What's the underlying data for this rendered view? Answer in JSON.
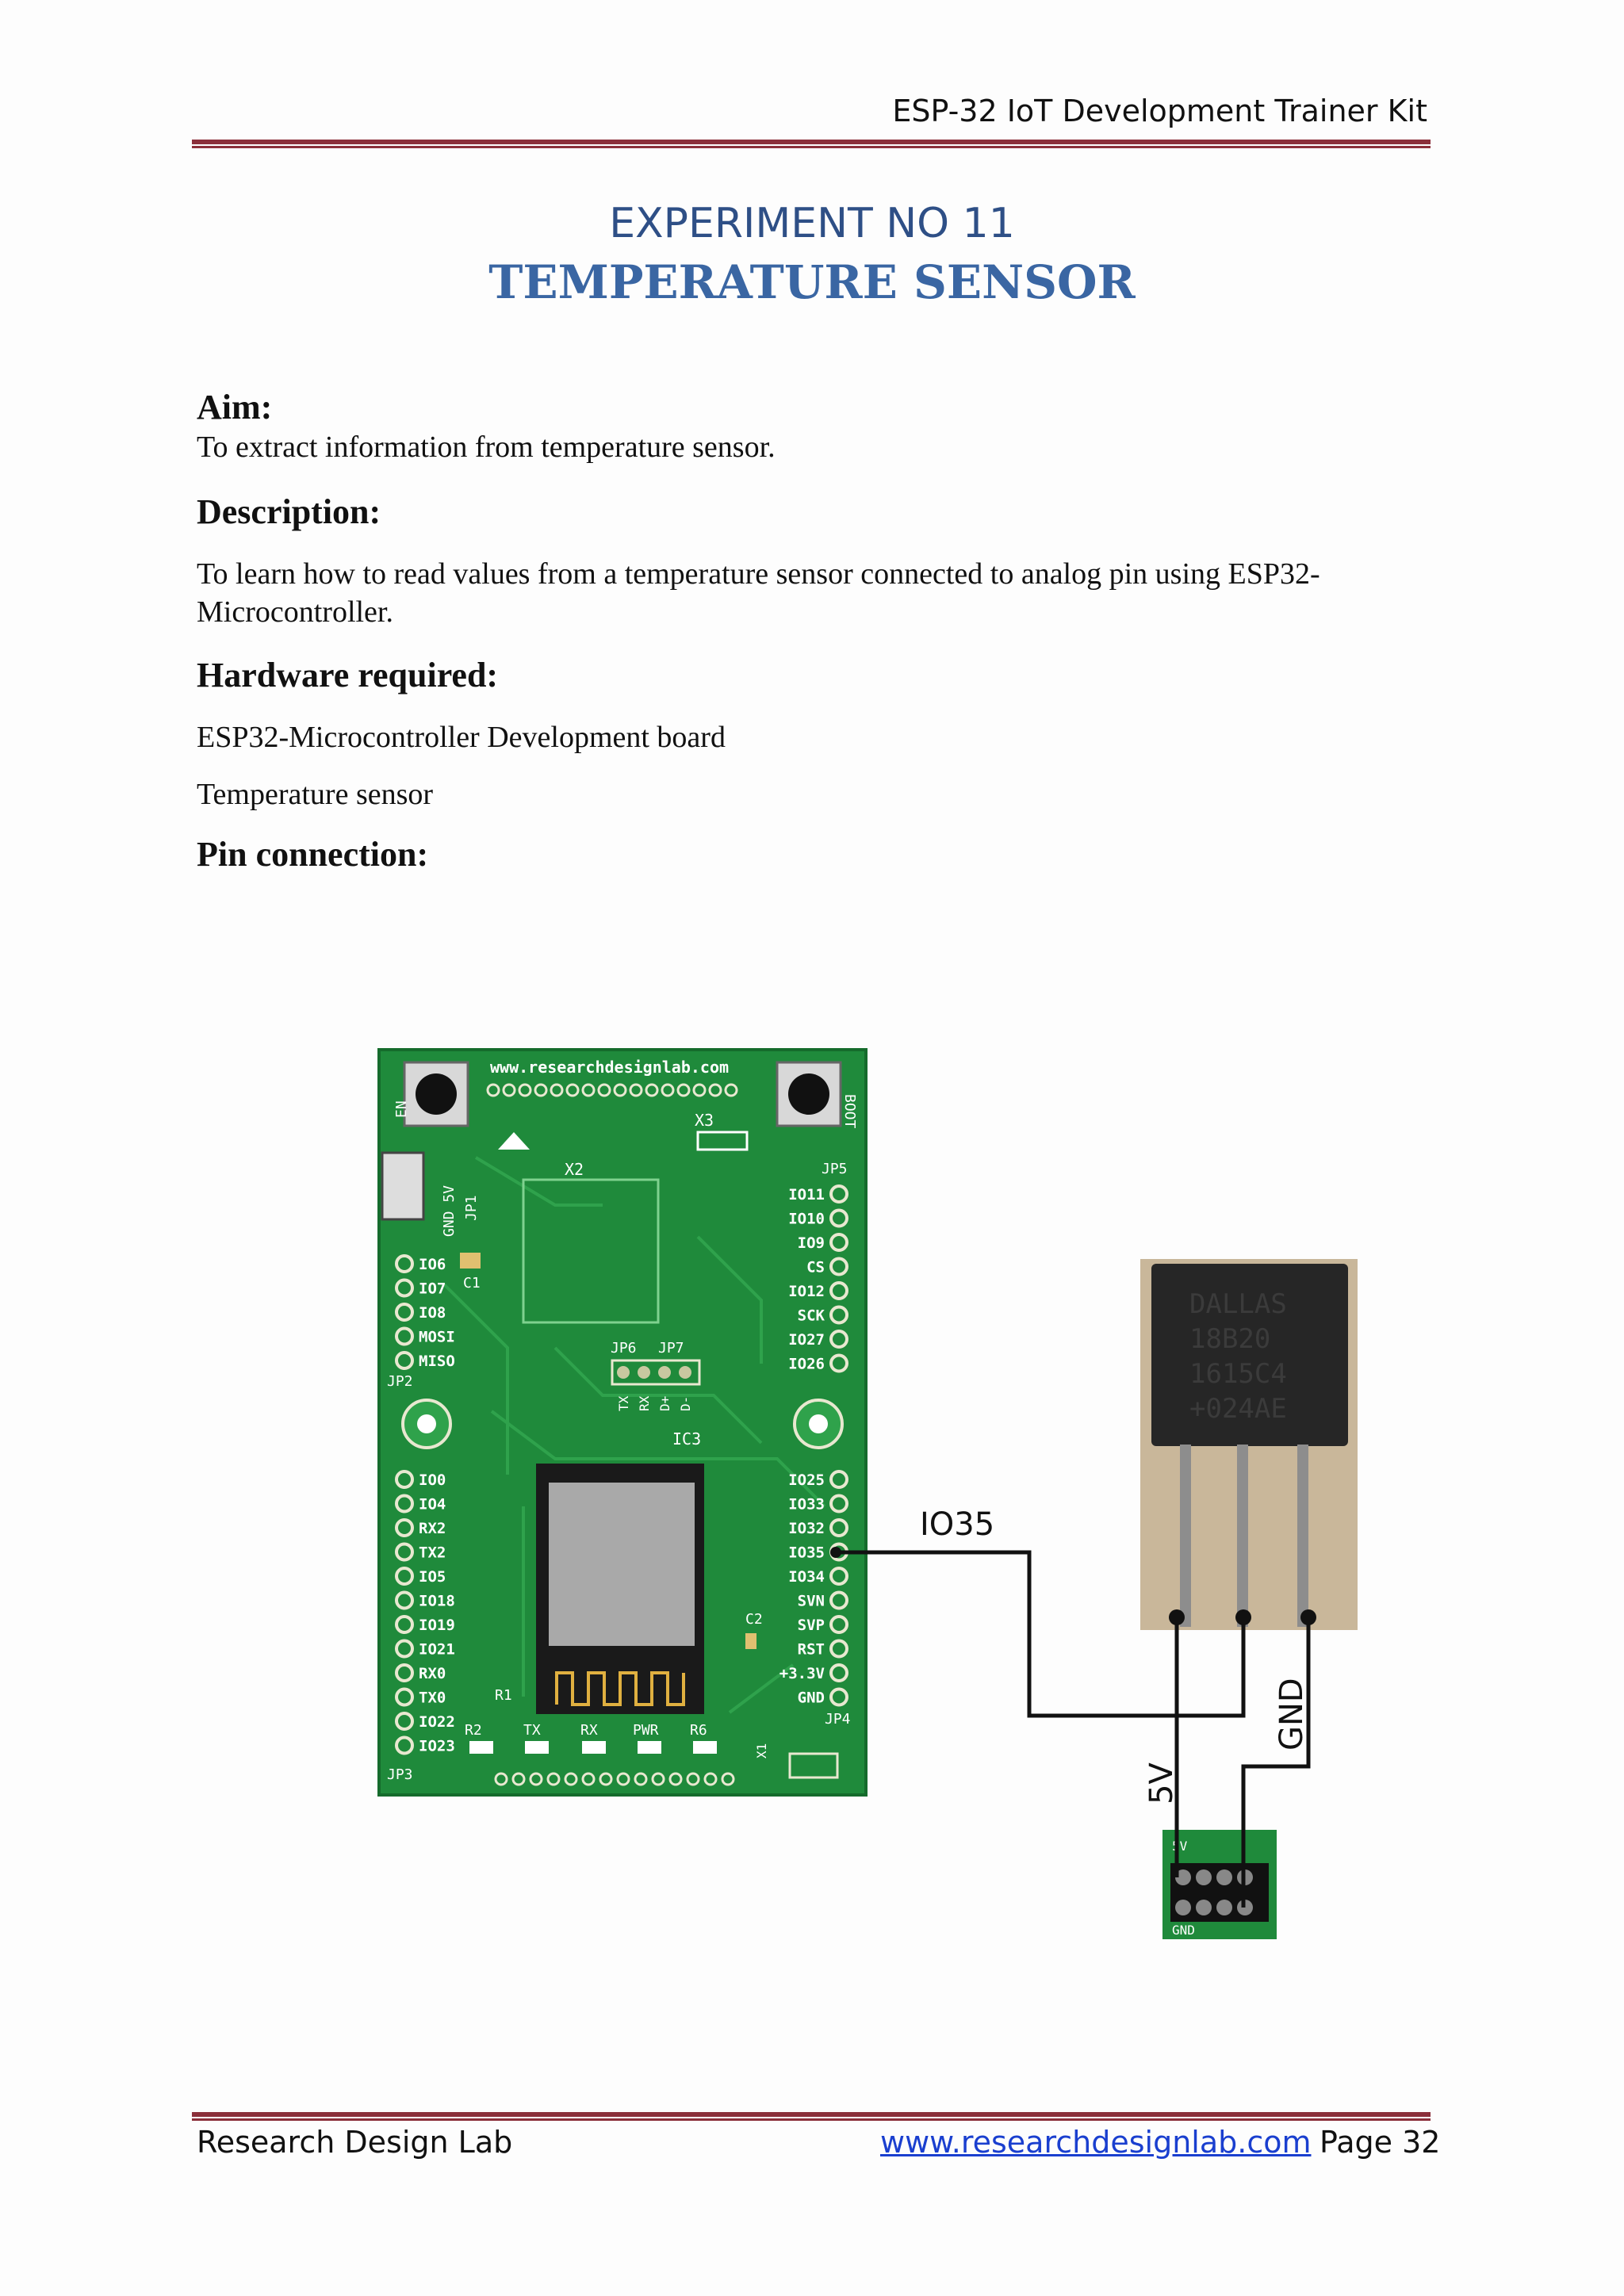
{
  "header": {
    "title": "ESP-32 IoT Development Trainer Kit"
  },
  "experiment": {
    "number": "EXPERIMENT NO 11",
    "title": "TEMPERATURE SENSOR"
  },
  "aim": {
    "heading": "Aim:",
    "text": "To extract information from temperature sensor."
  },
  "description": {
    "heading": "Description:",
    "line1": "To learn how to read values from a temperature sensor connected to analog pin using ESP32-",
    "line2": "Microcontroller."
  },
  "hardware": {
    "heading": "Hardware required:",
    "items": [
      "ESP32-Microcontroller Development board",
      "Temperature sensor"
    ]
  },
  "pin_connection": {
    "heading": "Pin connection:"
  },
  "diagram": {
    "board_url": "www.researchdesignlab.com",
    "labels": {
      "en": "EN",
      "boot": "BOOT",
      "x3": "X3",
      "x2": "X2",
      "jp5": "JP5",
      "jp1": "JP1",
      "gnd5v": "GND 5V",
      "c1": "C1",
      "jp2": "JP2",
      "jp6": "JP6",
      "jp7": "JP7",
      "ic3": "IC3",
      "c2": "C2",
      "r1": "R1",
      "r2": "R2",
      "tx": "TX",
      "rx": "RX",
      "pwr": "PWR",
      "r6": "R6",
      "jp3": "JP3",
      "jp4": "JP4",
      "x1": "X1"
    },
    "right_pins_top": [
      "IO11",
      "IO10",
      "IO9",
      "CS",
      "IO12",
      "SCK",
      "IO27",
      "IO26"
    ],
    "right_pins_bottom": [
      "IO25",
      "IO33",
      "IO32",
      "IO35",
      "IO34",
      "SVN",
      "SVP",
      "RST",
      "+3.3V",
      "GND"
    ],
    "left_pins_top": [
      "IO6",
      "IO7",
      "IO8",
      "MOSI",
      "MISO"
    ],
    "left_pins_bottom": [
      "IO0",
      "IO4",
      "RX2",
      "TX2",
      "IO5",
      "IO18",
      "IO19",
      "IO21",
      "RX0",
      "TX0",
      "IO22",
      "IO23"
    ],
    "jp_header_labels": [
      "TX",
      "RX",
      "D+",
      "D-"
    ],
    "sensor_text": [
      "DALLAS",
      "18B20",
      "1615C4",
      "+024AE"
    ],
    "wire_labels": {
      "signal": "IO35",
      "vcc": "5V",
      "gnd": "GND"
    },
    "power_header": {
      "top": "5V",
      "bottom": "GND"
    }
  },
  "footer": {
    "left": "Research Design Lab",
    "url": "www.researchdesignlab.com",
    "page": "Page 32"
  },
  "colors": {
    "rule": "#8b2f3a",
    "heading_blue": "#3a66a3",
    "pcb_green": "#1f8a3b",
    "link": "#1a3fcf"
  }
}
